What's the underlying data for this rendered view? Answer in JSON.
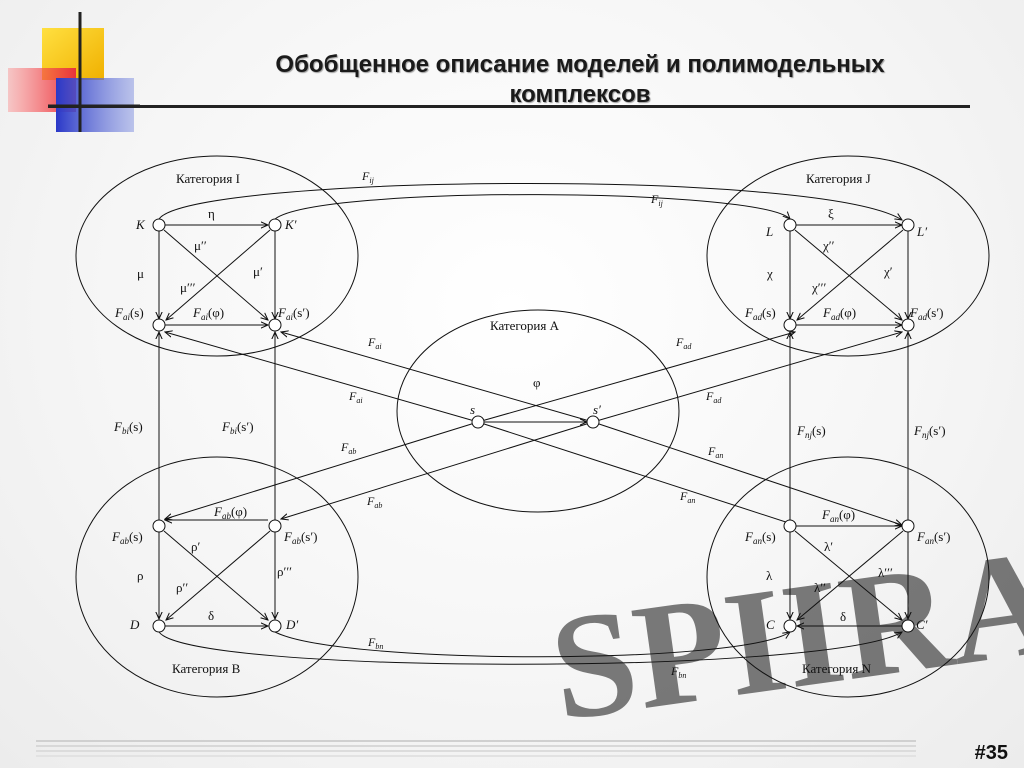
{
  "title_line1": "Обобщенное описание моделей и полимодельных",
  "title_line2": "комплексов",
  "slide_number": "#35",
  "watermark_text": "SPIIRAS",
  "categories": {
    "I": "Категория I",
    "J": "Категория J",
    "A": "Категория A",
    "B": "Категория B",
    "N": "Категория N"
  },
  "nodes": {
    "K": "K",
    "Kp": "K′",
    "Fai_s_F": "F",
    "Fai_s_sub": "ai",
    "Fai_s_arg": "(s)",
    "Fai_sp_F": "F",
    "Fai_sp_sub": "ai",
    "Fai_sp_arg": "(s′)",
    "L": "L",
    "Lp": "L′",
    "Fad_s_F": "F",
    "Fad_s_sub": "ad",
    "Fad_s_arg": "(s)",
    "Fad_sp_F": "F",
    "Fad_sp_sub": "ad",
    "Fad_sp_arg": "(s′)",
    "s": "s",
    "sp": "s′",
    "Fab_s_F": "F",
    "Fab_s_sub": "ab",
    "Fab_s_arg": "(s)",
    "Fab_sp_F": "F",
    "Fab_sp_sub": "ab",
    "Fab_sp_arg": "(s′)",
    "D": "D",
    "Dp": "D′",
    "Fan_s_F": "F",
    "Fan_s_sub": "an",
    "Fan_s_arg": "(s)",
    "Fan_sp_F": "F",
    "Fan_sp_sub": "an",
    "Fan_sp_arg": "(s′)",
    "C": "C",
    "Cp": "C′"
  },
  "edge_labels": {
    "eta": "η",
    "mu2": "μ′′",
    "mu": "μ",
    "mu3": "μ′′′",
    "mu1": "μ′",
    "Fai_phi_F": "F",
    "Fai_phi_sub": "ai",
    "Fai_phi_arg": "(φ)",
    "xi": "ξ",
    "chi2": "χ′′",
    "chi": "χ",
    "chi3": "χ′′′",
    "chi1": "χ′",
    "Fad_phi_F": "F",
    "Fad_phi_sub": "ad",
    "Fad_phi_arg": "(φ)",
    "phi": "φ",
    "rho1": "ρ′",
    "rho": "ρ",
    "rho2": "ρ′′",
    "rho3": "ρ′′′",
    "delta_B": "δ",
    "Fab_phi_F": "F",
    "Fab_phi_sub": "ab",
    "Fab_phi_arg": "(φ)",
    "lambda1": "λ′",
    "lambda": "λ",
    "lambda2": "λ′′",
    "lambda3": "λ′′′",
    "delta_N": "δ",
    "Fan_phi_F": "F",
    "Fan_phi_sub": "an",
    "Fan_phi_arg": "(φ)",
    "Fbi_s_F": "F",
    "Fbi_s_sub": "bi",
    "Fbi_s_arg": "(s)",
    "Fbi_sp_F": "F",
    "Fbi_sp_sub": "bi",
    "Fbi_sp_arg": "(s′)",
    "Fnj_s_F": "F",
    "Fnj_s_sub": "nj",
    "Fnj_s_arg": "(s)",
    "Fnj_sp_F": "F",
    "Fnj_sp_sub": "nj",
    "Fnj_sp_arg": "(s′)",
    "F": "F",
    "ij": "ij",
    "ai": "ai",
    "ad": "ad",
    "ab": "ab",
    "an": "an",
    "bn": "bn"
  },
  "colors": {
    "logo_yellow": "#f5c400",
    "logo_red": "#e8323c",
    "logo_blue": "#2a38c8",
    "line": "#111111"
  }
}
